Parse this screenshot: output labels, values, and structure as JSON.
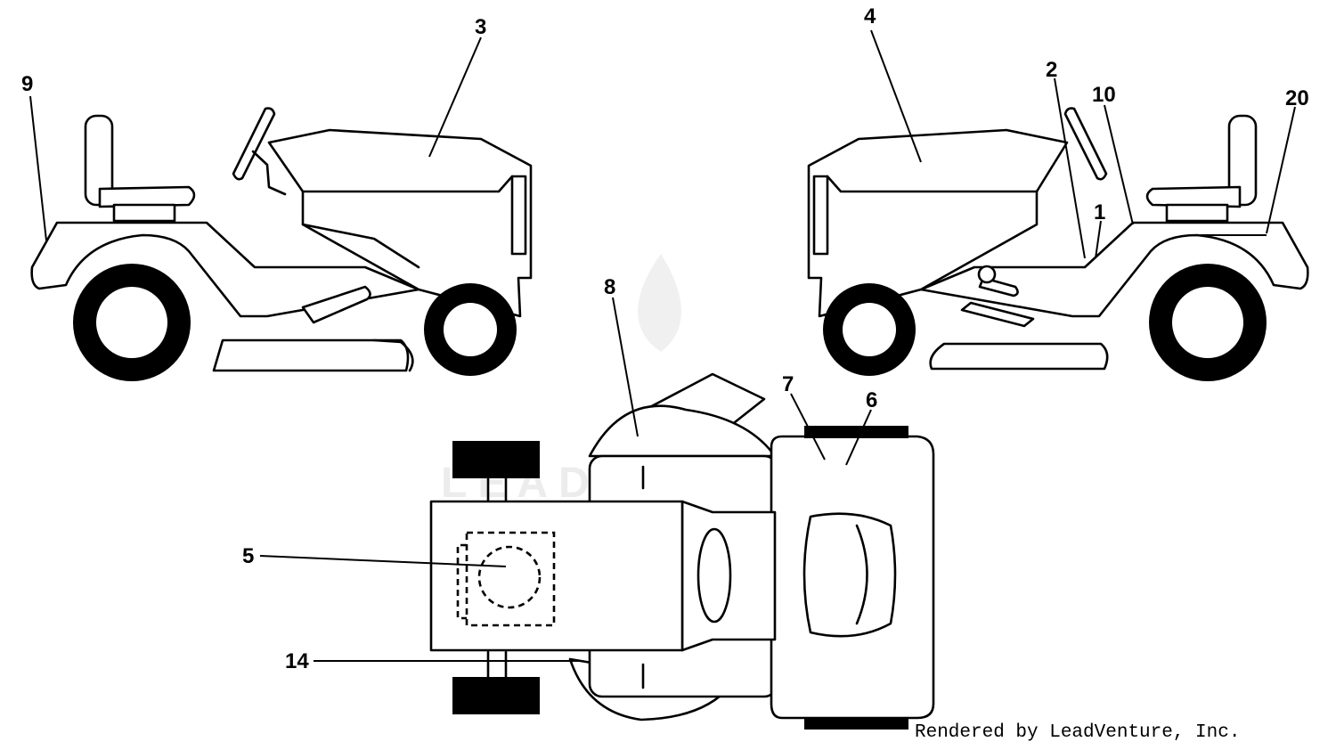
{
  "callouts": {
    "c1": "1",
    "c2": "2",
    "c3": "3",
    "c4": "4",
    "c5": "5",
    "c6": "6",
    "c7": "7",
    "c8": "8",
    "c9": "9",
    "c10": "10",
    "c14": "14",
    "c20": "20"
  },
  "watermark": "LEADVENTURE",
  "credit": "Rendered by LeadVenture, Inc."
}
